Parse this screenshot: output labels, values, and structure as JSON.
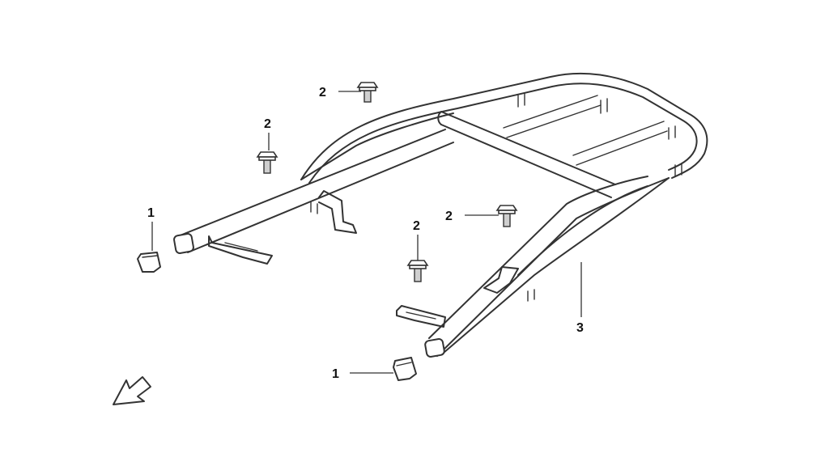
{
  "callouts": {
    "cap_label": "1",
    "bolt_label": "2",
    "rack_label": "3"
  },
  "parts": [
    {
      "ref": "1",
      "icon": "end-cap-icon"
    },
    {
      "ref": "2",
      "icon": "flange-bolt-icon"
    },
    {
      "ref": "3",
      "icon": "rear-carrier-rack-icon"
    }
  ],
  "colors": {
    "line": "#333333",
    "background": "#ffffff"
  }
}
